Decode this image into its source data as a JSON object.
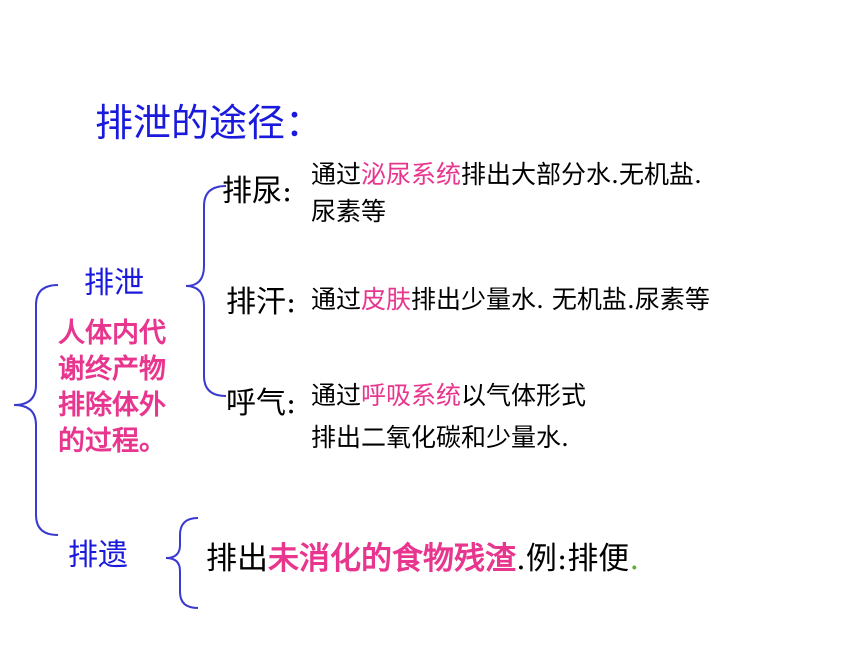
{
  "title": "排泄的途径：",
  "excretion": {
    "label": "排泄",
    "definition": [
      "人体内代",
      "谢终产物",
      "排除体外",
      "的过程。"
    ],
    "routes": [
      {
        "label": "排尿:",
        "pre": "通过",
        "organ": "泌尿系统",
        "post": "排出大部分水.无机盐.",
        "line2": "尿素等"
      },
      {
        "label": "排汗:",
        "pre": "通过",
        "organ": "皮肤",
        "post": "排出少量水. 无机盐.尿素等",
        "line2": ""
      },
      {
        "label": "呼气:",
        "pre": "通过",
        "organ": "呼吸系统",
        "post": "以气体形式",
        "line2": "排出二氧化碳和少量水."
      }
    ]
  },
  "egestion": {
    "label": "排遗",
    "pre": "排出",
    "highlight": "未消化的食物残渣",
    "mid": ".例:",
    "example": "排便",
    "end": "."
  },
  "colors": {
    "blue": "#1a1adc",
    "pink": "#e8368f",
    "bracket": "#3a3ad0",
    "green": "#5ab030"
  }
}
